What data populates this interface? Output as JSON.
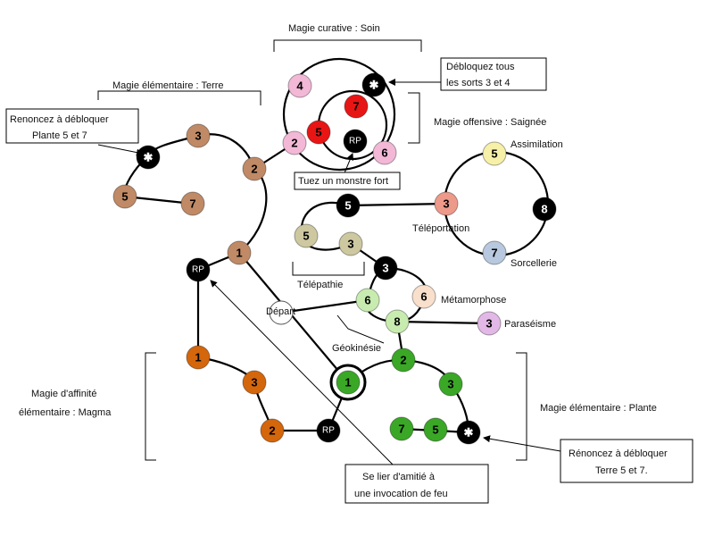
{
  "groups": {
    "soin": "Magie curative : Soin",
    "terre": "Magie élémentaire : Terre",
    "saignee": "Magie offensive : Saignée",
    "assimilation": "Assimilation",
    "teleportation": "Téléportation",
    "sorcellerie": "Sorcellerie",
    "telepathie": "Télépathie",
    "metamorphose": "Métamorphose",
    "paraseisme": "Paraséisme",
    "geokinesie": "Géokinésie",
    "depart": "Départ",
    "magma_line1": "Magie d'affinité",
    "magma_line2": "élémentaire : Magma",
    "plante": "Magie élémentaire : Plante"
  },
  "callouts": {
    "debloquez_line1": "Débloquez tous",
    "debloquez_line2": "les sorts 3 et 4",
    "renoncez_terre_line1": "Renoncez à débloquer",
    "renoncez_terre_line2": "Plante 5 et 7",
    "tuez": "Tuez un monstre fort",
    "lier_line1": "Se lier d'amitié à",
    "lier_line2": "une invocation de feu",
    "renoncez_plante_line1": "Rénoncez à débloquer",
    "renoncez_plante_line2": "Terre 5 et 7."
  },
  "colors": {
    "soin": "#f2b8d6",
    "saignee": "#e81515",
    "terre": "#c08a66",
    "black": "#000000",
    "assimilation": "#f7f0a8",
    "teleportation": "#ed9a8a",
    "sorcellerie": "#b8c8de",
    "telepathie": "#cdc8a0",
    "metamorphose": "#f8e0cc",
    "paraseisme": "#e2b8e6",
    "geokinesie": "#c8ecb0",
    "plante": "#3aa826",
    "magma": "#d4660c",
    "depart": "#ffffff"
  },
  "nodes": [
    {
      "id": "soin-4",
      "label": "4",
      "color": "soin",
      "kind": "circle"
    },
    {
      "id": "soin-star",
      "label": "✱",
      "color": "black",
      "kind": "star"
    },
    {
      "id": "saignee-7",
      "label": "7",
      "color": "saignee",
      "kind": "circle"
    },
    {
      "id": "saignee-5",
      "label": "5",
      "color": "saignee",
      "kind": "circle"
    },
    {
      "id": "soin-2",
      "label": "2",
      "color": "soin",
      "kind": "circle"
    },
    {
      "id": "saignee-rp",
      "label": "RP",
      "color": "black",
      "kind": "circle"
    },
    {
      "id": "soin-6",
      "label": "6",
      "color": "soin",
      "kind": "circle"
    },
    {
      "id": "terre-star",
      "label": "✱",
      "color": "black",
      "kind": "star"
    },
    {
      "id": "terre-3",
      "label": "3",
      "color": "terre",
      "kind": "circle"
    },
    {
      "id": "terre-2",
      "label": "2",
      "color": "terre",
      "kind": "circle"
    },
    {
      "id": "terre-5",
      "label": "5",
      "color": "terre",
      "kind": "circle"
    },
    {
      "id": "terre-7",
      "label": "7",
      "color": "terre",
      "kind": "circle"
    },
    {
      "id": "terre-1",
      "label": "1",
      "color": "terre",
      "kind": "circle"
    },
    {
      "id": "rp-left",
      "label": "RP",
      "color": "black",
      "kind": "circle"
    },
    {
      "id": "assim-5",
      "label": "5",
      "color": "assimilation",
      "kind": "circle"
    },
    {
      "id": "telep-3",
      "label": "3",
      "color": "teleportation",
      "kind": "circle"
    },
    {
      "id": "dark-8",
      "label": "8",
      "color": "black",
      "kind": "circle"
    },
    {
      "id": "sorc-7",
      "label": "7",
      "color": "sorcellerie",
      "kind": "circle"
    },
    {
      "id": "dark-5",
      "label": "5",
      "color": "black",
      "kind": "circle"
    },
    {
      "id": "telepa-5",
      "label": "5",
      "color": "telepathie",
      "kind": "circle"
    },
    {
      "id": "telepa-3",
      "label": "3",
      "color": "telepathie",
      "kind": "circle"
    },
    {
      "id": "dark-3",
      "label": "3",
      "color": "black",
      "kind": "circle"
    },
    {
      "id": "geo-6",
      "label": "6",
      "color": "geokinesie",
      "kind": "circle"
    },
    {
      "id": "meta-6",
      "label": "6",
      "color": "metamorphose",
      "kind": "circle"
    },
    {
      "id": "geo-8",
      "label": "8",
      "color": "geokinesie",
      "kind": "circle"
    },
    {
      "id": "para-3",
      "label": "3",
      "color": "paraseisme",
      "kind": "circle"
    },
    {
      "id": "depart",
      "label": "",
      "color": "depart",
      "kind": "circle"
    },
    {
      "id": "plante-1",
      "label": "1",
      "color": "plante",
      "kind": "ringed"
    },
    {
      "id": "plante-2",
      "label": "2",
      "color": "plante",
      "kind": "circle"
    },
    {
      "id": "plante-3",
      "label": "3",
      "color": "plante",
      "kind": "circle"
    },
    {
      "id": "plante-7",
      "label": "7",
      "color": "plante",
      "kind": "circle"
    },
    {
      "id": "plante-5",
      "label": "5",
      "color": "plante",
      "kind": "circle"
    },
    {
      "id": "plante-star",
      "label": "✱",
      "color": "black",
      "kind": "star"
    },
    {
      "id": "magma-1",
      "label": "1",
      "color": "magma",
      "kind": "circle"
    },
    {
      "id": "magma-3",
      "label": "3",
      "color": "magma",
      "kind": "circle"
    },
    {
      "id": "magma-2",
      "label": "2",
      "color": "magma",
      "kind": "circle"
    },
    {
      "id": "rp-bottom",
      "label": "RP",
      "color": "black",
      "kind": "circle"
    }
  ]
}
